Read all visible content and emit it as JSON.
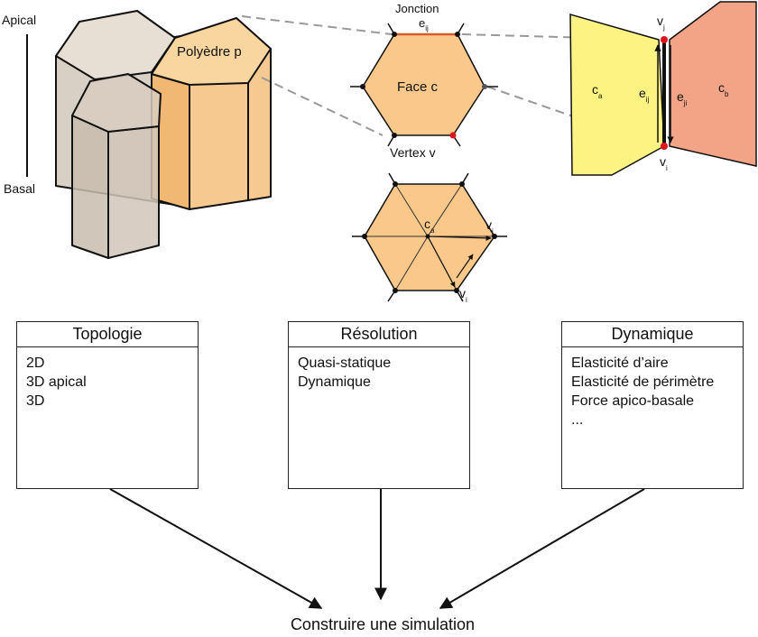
{
  "axis": {
    "apical": "Apical",
    "basal": "Basal"
  },
  "prism": {
    "label": "Polyèdre p"
  },
  "face": {
    "junction": "Jonction",
    "edge": "e",
    "edge_sub": "ij",
    "center": "Face c",
    "vertex": "Vertex v"
  },
  "triangle": {
    "center": "c",
    "center_sub": "a",
    "vj": "v",
    "vj_sub": "j",
    "vi": "v",
    "vi_sub": "i"
  },
  "zoom": {
    "vj": "v",
    "vj_sub": "j",
    "vi": "v",
    "vi_sub": "i",
    "ca": "c",
    "ca_sub": "a",
    "cb": "c",
    "cb_sub": "b",
    "eij": "e",
    "eij_sub": "ij",
    "eji": "e",
    "eji_sub": "ji"
  },
  "boxes": {
    "topology": {
      "title": "Topologie",
      "lines": [
        "2D",
        "3D apical",
        "3D"
      ]
    },
    "resolution": {
      "title": "Résolution",
      "lines": [
        "Quasi-statique",
        "Dynamique"
      ]
    },
    "dynamics": {
      "title": "Dynamique",
      "lines": [
        "Elasticité d’aire",
        "Elasticité de périmètre",
        "Force apico-basale",
        "..."
      ]
    }
  },
  "bottom": {
    "label": "Construire une simulation"
  },
  "colors": {
    "cell_fill": "#f9c88a",
    "neighbor_fill": "#fdf383",
    "neighbor_b_fill": "#f3a487",
    "edge_red": "#d65a2a",
    "vertex_red": "#e0141c",
    "force_red": "#d8131b"
  }
}
